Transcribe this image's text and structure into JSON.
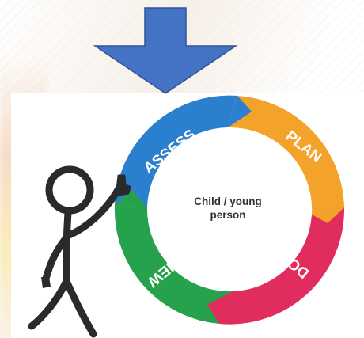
{
  "diagram": {
    "center_label": "Child / young person",
    "segments": [
      {
        "label": "ASSESS",
        "color": "#2b7fcf"
      },
      {
        "label": "PLAN",
        "color": "#f3a32a"
      },
      {
        "label": "DO",
        "color": "#e12d5d"
      },
      {
        "label": "REVIEW",
        "color": "#25a24b"
      }
    ],
    "arrow_color": "#4472c4"
  }
}
